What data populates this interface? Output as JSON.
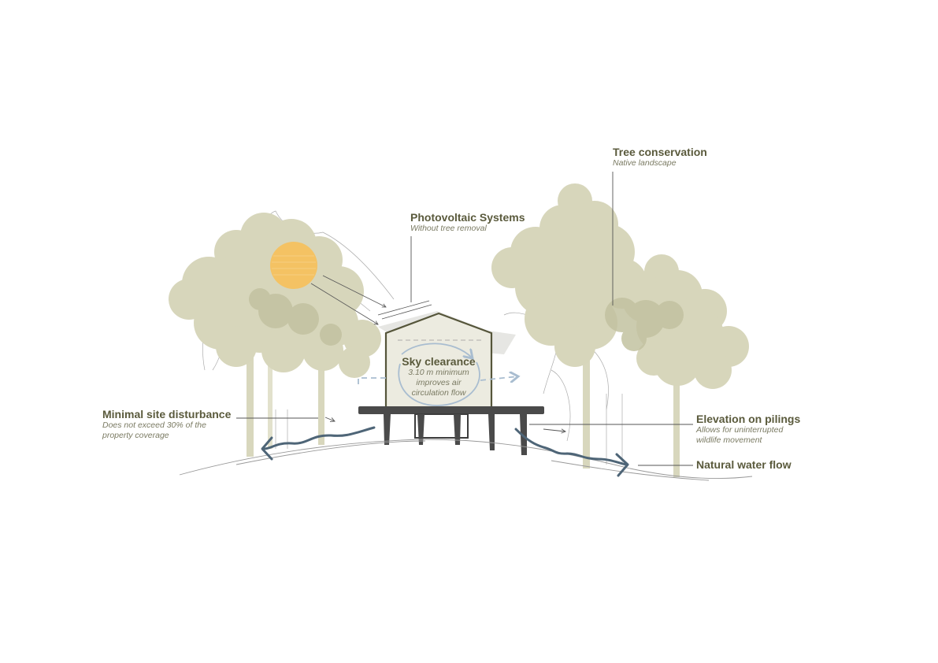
{
  "colors": {
    "foliage": "#d7d6bb",
    "foliage_dark": "#c3c2a0",
    "trunk": "#d8d7bd",
    "sun": "#f5c15e",
    "house_fill": "#ecebe0",
    "house_outline": "#55553a",
    "deck": "#4a4a4a",
    "water": "#4e6577",
    "air_arrow": "#a9bdd0",
    "leader_line": "#555555",
    "ground_line": "#999999",
    "label_title": "#5a5a3c",
    "label_sub": "#7a7a62"
  },
  "labels": {
    "tree_conservation": {
      "title": "Tree conservation",
      "subtitle": "Native landscape"
    },
    "photovoltaic": {
      "title": "Photovoltaic Systems",
      "subtitle": "Without tree removal"
    },
    "sky_clearance": {
      "title": "Sky clearance",
      "line1": "3.10 m minimum",
      "line2": "improves air",
      "line3": "circulation flow"
    },
    "minimal_disturbance": {
      "title": "Minimal site disturbance",
      "line1": "Does not exceed 30% of the",
      "line2": "property coverage"
    },
    "elevation": {
      "title": "Elevation on pilings",
      "line1": "Allows for uninterrupted",
      "line2": "wildlife movement"
    },
    "water_flow": {
      "title": "Natural water flow"
    }
  },
  "icons": [
    "sun-icon",
    "tree-icon",
    "house-icon",
    "water-flow-arrow-icon",
    "air-circulation-arrow-icon"
  ]
}
